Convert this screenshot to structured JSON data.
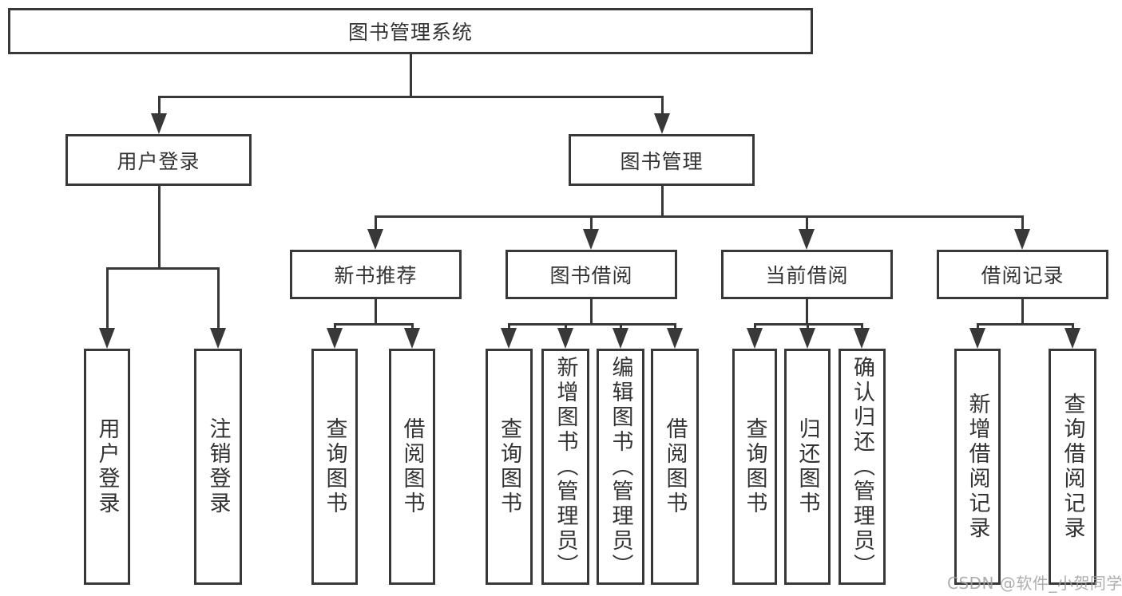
{
  "colors": {
    "line": "#383838",
    "text": "#333333",
    "watermark": "#9f9f9f",
    "background": "#ffffff"
  },
  "watermark": "CSDN @软件_小贺同学",
  "tree": {
    "root": {
      "label": "图书管理系统",
      "children": [
        {
          "label": "用户登录",
          "children": [
            {
              "label": "用户登录"
            },
            {
              "label": "注销登录"
            }
          ]
        },
        {
          "label": "图书管理",
          "children": [
            {
              "label": "新书推荐",
              "children": [
                {
                  "label": "查询图书"
                },
                {
                  "label": "借阅图书"
                }
              ]
            },
            {
              "label": "图书借阅",
              "children": [
                {
                  "label": "查询图书"
                },
                {
                  "label": "新增图书（管理员）"
                },
                {
                  "label": "编辑图书（管理员）"
                },
                {
                  "label": "借阅图书"
                }
              ]
            },
            {
              "label": "当前借阅",
              "children": [
                {
                  "label": "查询图书"
                },
                {
                  "label": "归还图书"
                },
                {
                  "label": "确认归还（管理员）"
                }
              ]
            },
            {
              "label": "借阅记录",
              "children": [
                {
                  "label": "新增借阅记录"
                },
                {
                  "label": "查询借阅记录"
                }
              ]
            }
          ]
        }
      ]
    }
  }
}
